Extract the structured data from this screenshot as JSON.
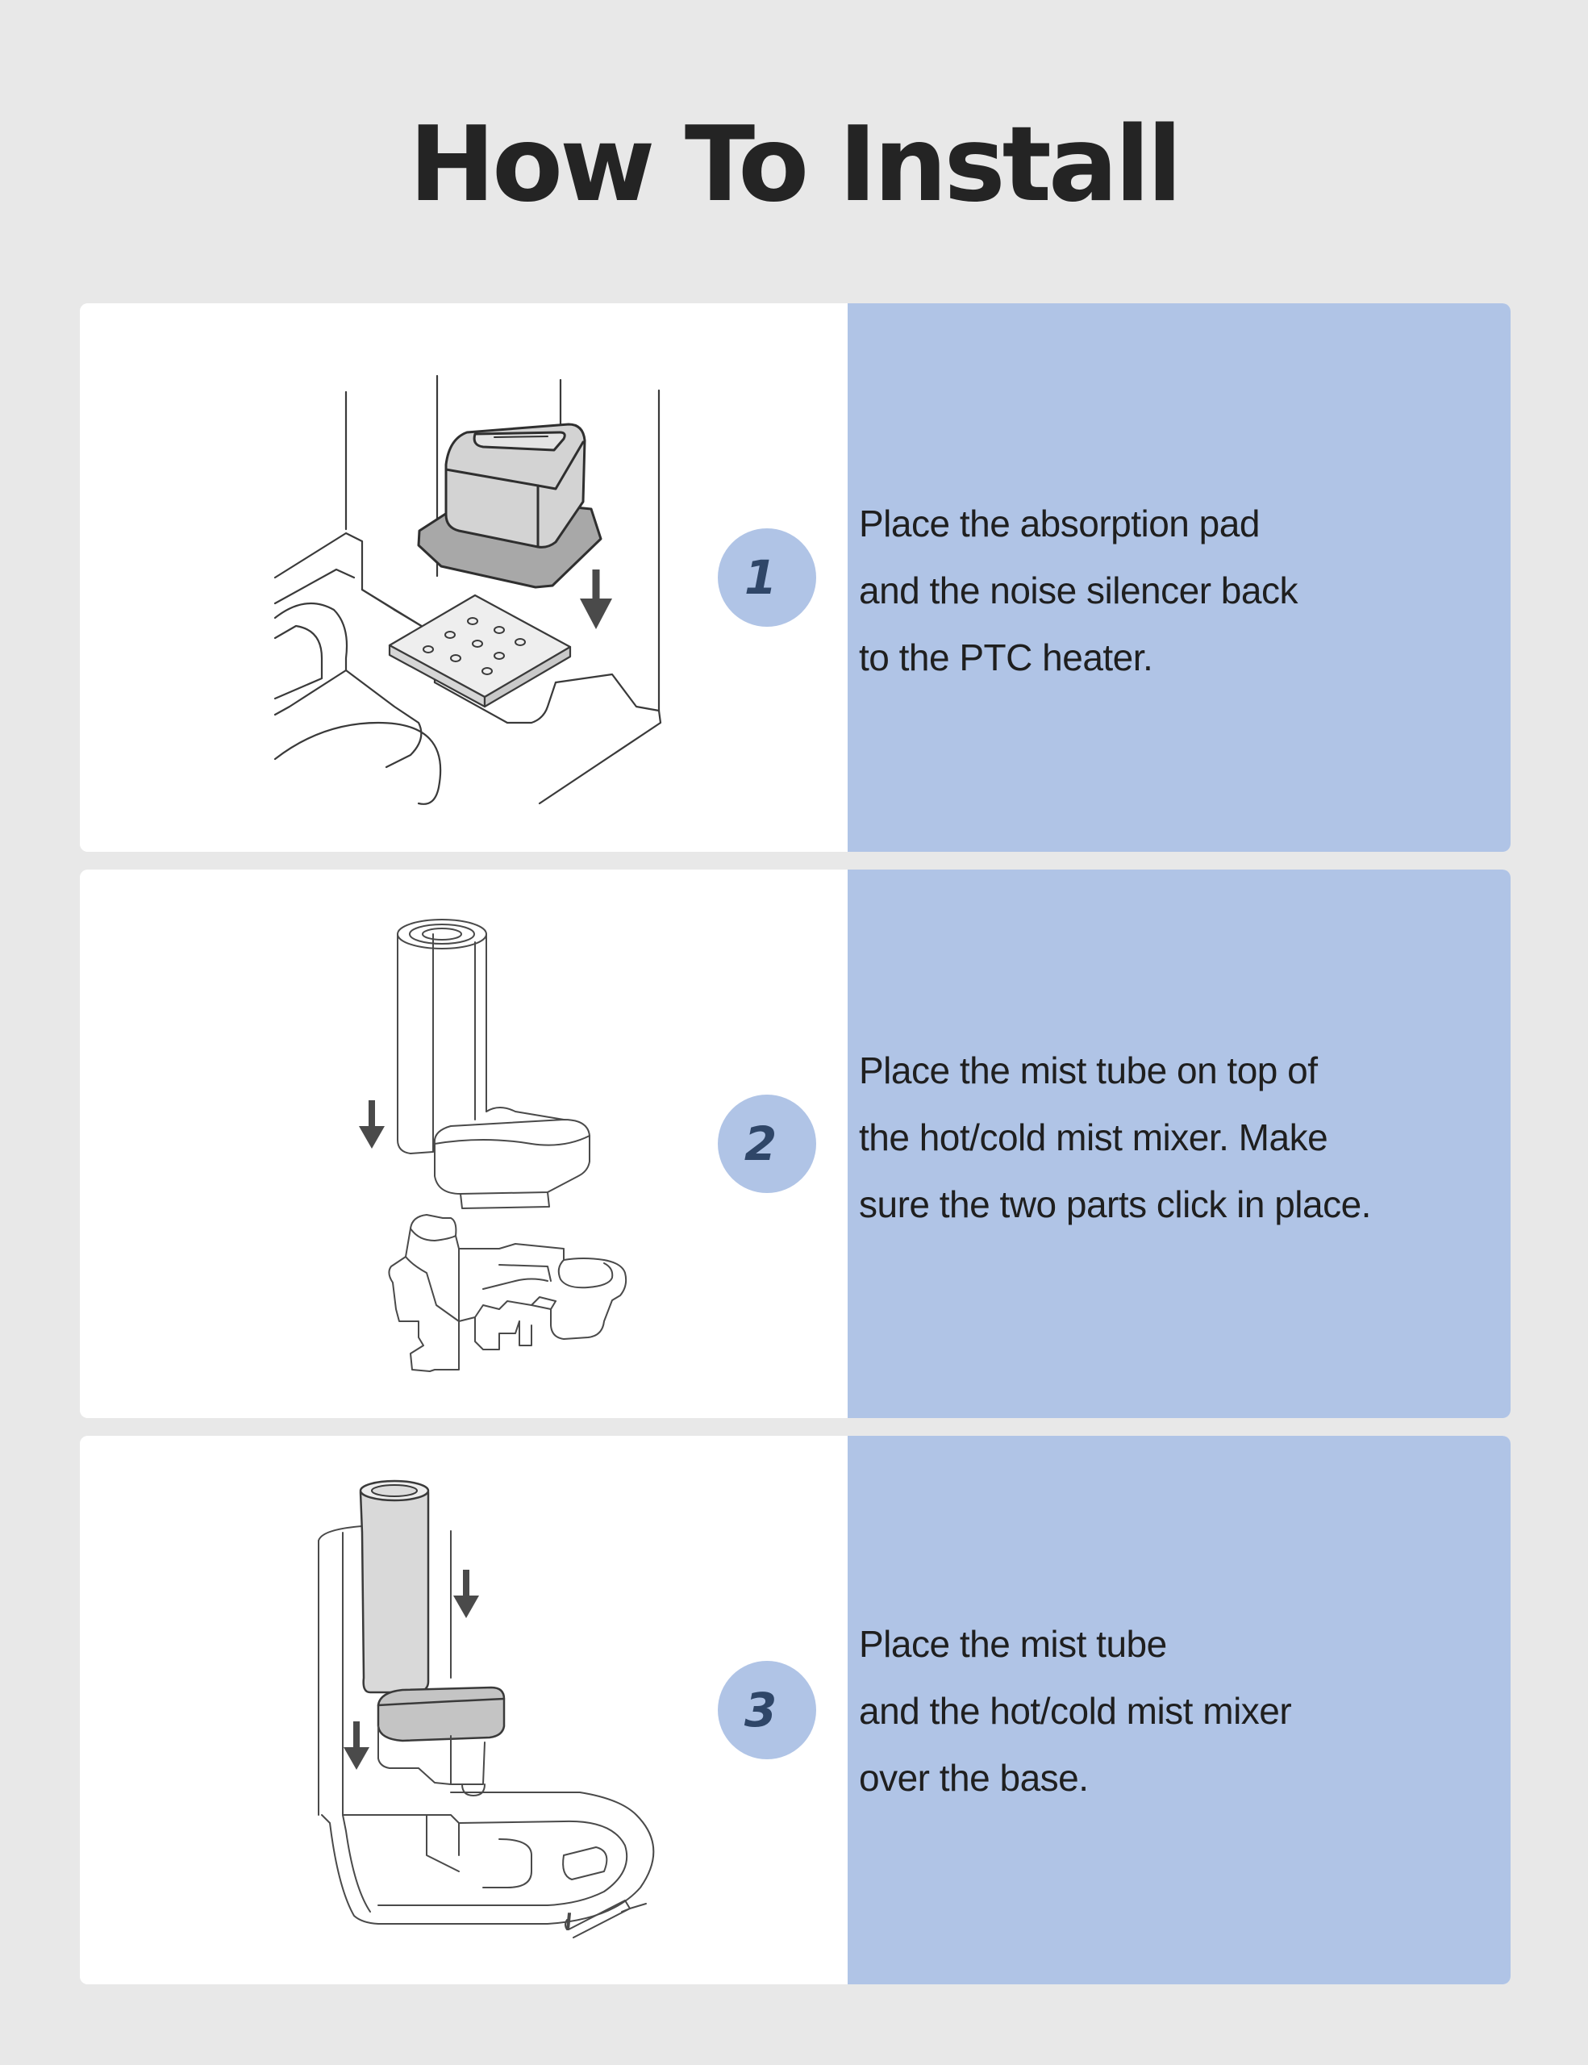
{
  "page": {
    "title": "How To Install"
  },
  "colors": {
    "background": "#e8e8e8",
    "panel": "#b0c4e6",
    "badge_text": "#2f4668",
    "title_text": "#242424",
    "body_text": "#1f1f1f"
  },
  "steps": [
    {
      "number": "1",
      "lines": [
        "Place the absorption pad",
        "and the noise silencer back",
        "to the  PTC heater."
      ],
      "illustration": "pad-and-silencer-icon"
    },
    {
      "number": "2",
      "lines": [
        "Place the mist tube on top of",
        "the hot/cold mist mixer. Make",
        "sure the two parts click in place."
      ],
      "illustration": "mist-tube-mixer-icon"
    },
    {
      "number": "3",
      "lines": [
        "Place the mist tube",
        "and the hot/cold mist mixer",
        "over the base."
      ],
      "illustration": "humidifier-base-icon"
    }
  ]
}
